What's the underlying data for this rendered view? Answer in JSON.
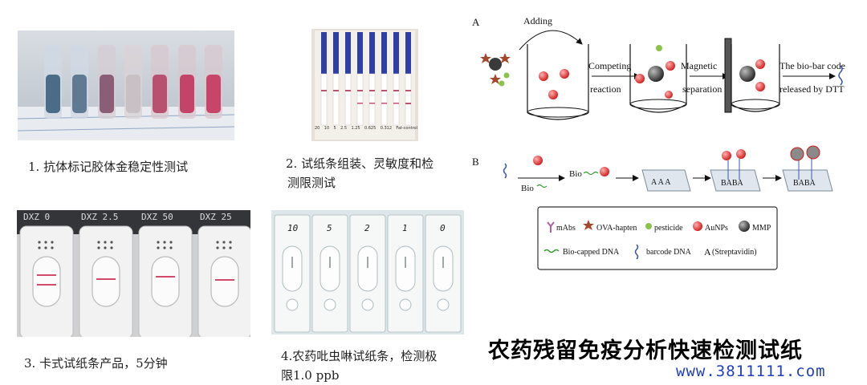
{
  "captions": {
    "c1": "1.  抗体标记胶体金稳定性测试",
    "c2_line1": "2.  试纸条组装、灵敏度和检",
    "c2_line2": "测限测试",
    "c3": "3.  卡式试纸条产品，5分钟",
    "c4_line1": "4.农药吡虫啉试纸条，检测极",
    "c4_line2": "限1.0 ppb"
  },
  "photo2": {
    "strip_labels": [
      "20",
      "10",
      "5",
      "2.5",
      "1.25",
      "0.625",
      "0.312",
      "Fat-control"
    ]
  },
  "photo3": {
    "card_labels": [
      "DXZ 0",
      "DXZ 2.5",
      "DXZ 50",
      "DXZ 25"
    ]
  },
  "photo4": {
    "card_labels": [
      "10",
      "5",
      "2",
      "1",
      "0"
    ]
  },
  "schematic": {
    "panel_a": "A",
    "panel_b": "B",
    "adding": "Adding",
    "competing1": "Competing",
    "competing2": "reaction",
    "magnetic1": "Magnetic",
    "magnetic2": "separation",
    "release1": "The bio-bar code",
    "release2": "released by DTT",
    "bio_label": "Bio",
    "bio_label2": "Bio",
    "plate_a": "A A A",
    "plate_b1": "BABA",
    "plate_b2": "BABA"
  },
  "legend": {
    "mabs": "mAbs",
    "ova": "OVA-hapten",
    "pesticide": "pesticide",
    "aunps": "AuNPs",
    "mmp": "MMP",
    "biocapped": "Bio-capped DNA",
    "barcode": "barcode DNA",
    "strept_a": "A",
    "strept": "Streptavidin"
  },
  "title": "农药残留免疫分析快速检测试纸",
  "url": "www.3811111.com",
  "colors": {
    "url": "#1f3fbf",
    "aunp": "#e53935",
    "pesticide": "#8bc34a",
    "ova": "#a5472a",
    "mmp": "#444444"
  }
}
